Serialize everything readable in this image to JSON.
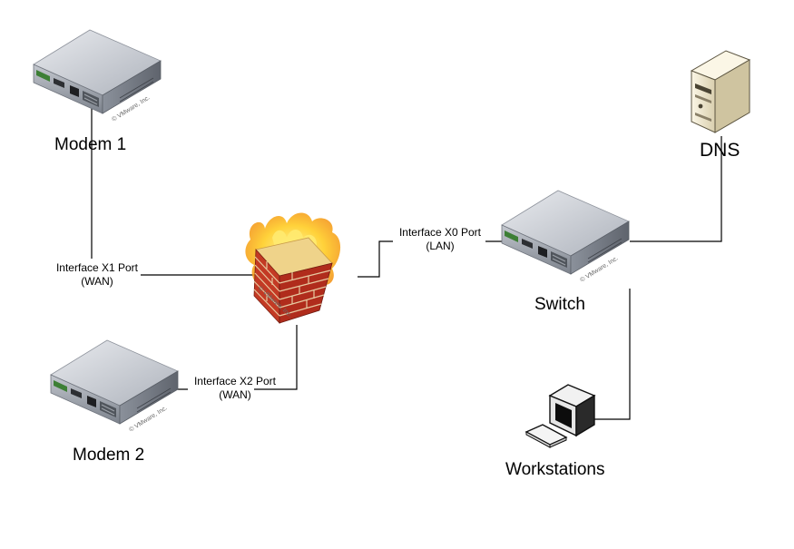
{
  "nodes": {
    "modem1": {
      "label": "Modem 1",
      "icon": "modem-icon"
    },
    "modem2": {
      "label": "Modem 2",
      "icon": "modem-icon"
    },
    "firewall": {
      "icon": "firewall-icon"
    },
    "switch": {
      "label": "Switch",
      "icon": "switch-icon"
    },
    "dns": {
      "label": "DNS",
      "icon": "server-icon"
    },
    "workstations": {
      "label": "Workstations",
      "icon": "workstation-icon"
    }
  },
  "interfaces": {
    "x1": {
      "name": "Interface X1 Port",
      "type": "(WAN)"
    },
    "x2": {
      "name": "Interface X2 Port",
      "type": "(WAN)"
    },
    "x0": {
      "name": "Interface X0 Port",
      "type": "(LAN)"
    }
  },
  "watermark": "© VMware, Inc.",
  "colors": {
    "line": "#000000",
    "device_top": "#c8cbd2",
    "device_front": "#9aa0aa",
    "brick": "#b83020",
    "flame": "#f5a81a",
    "server": "#f2ead4"
  }
}
